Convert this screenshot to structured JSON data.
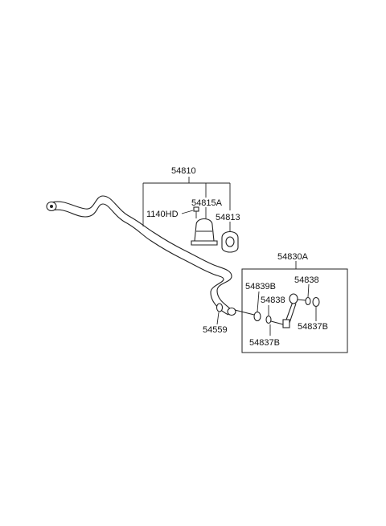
{
  "diagram": {
    "labels": {
      "assembly": "54810",
      "bushing_bracket": "54815A",
      "bolt": "1140HD",
      "bushing": "54813",
      "link_assembly": "54830A",
      "link_nut_left": "54839B",
      "link_washer_left": "54838",
      "link_washer_right": "54838",
      "link_nut_bottom": "54837B",
      "link_nut_right": "54837B",
      "bar_washer": "54559"
    },
    "colors": {
      "line": "#222222",
      "text": "#111111",
      "background": "#ffffff"
    }
  }
}
